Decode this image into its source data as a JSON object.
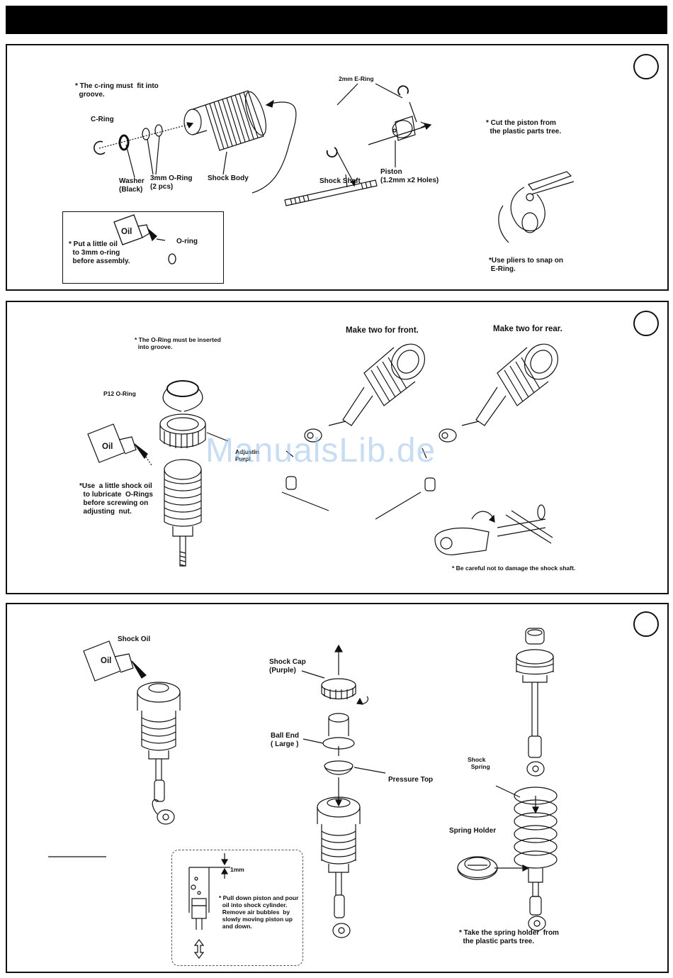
{
  "watermark": "ManualsLib.de",
  "step1": {
    "cring_note": "* The c-ring must  fit into\n  groove.",
    "cring": "C-Ring",
    "washer": "Washer\n(Black)",
    "oring": "3mm O-Ring\n(2 pcs)",
    "shock_body": "Shock Body",
    "ering": "2mm E-Ring",
    "shock_shaft": "Shock Shaft",
    "piston": "Piston\n(1.2mm x2 Holes)",
    "cut_piston": "* Cut the piston from\n  the plastic parts tree.",
    "pliers": "*Use pliers to snap on\n E-Ring.",
    "oil_box_oil": "Oil",
    "oil_box_oring": "O-ring",
    "oil_box_note": "* Put a little oil\n  to 3mm o-ring\n  before assembly."
  },
  "step2": {
    "oring_note": "* The O-Ring must be inserted\n  into groove.",
    "p12": "P12 O-Ring",
    "adjusting": "Adjustin\nPurpl",
    "oil": "Oil",
    "shock_oil_note": "*Use  a little shock oil\n  to lubricate  O-Rings\n  before screwing on\n  adjusting  nut.",
    "front": "Make two for front.",
    "rear": "Make two for rear.",
    "careful": "* Be careful not to damage the shock shaft."
  },
  "step3": {
    "shock_oil": "Shock Oil",
    "oil": "Oil",
    "shock_cap": "Shock Cap\n(Purple)",
    "ball_end": "Ball End\n( Large )",
    "pressure_top": "Pressure Top",
    "shock_spring": "Shock\n  Spring",
    "spring_holder": "Spring Holder",
    "one_mm": "1mm",
    "pull_note": "* Pull down piston and pour\n  oil into shock cylinder.\n  Remove air bubbles  by\n  slowly moving piston up\n  and down.",
    "take_holder": "* Take the spring holder  from\n  the plastic parts tree."
  }
}
